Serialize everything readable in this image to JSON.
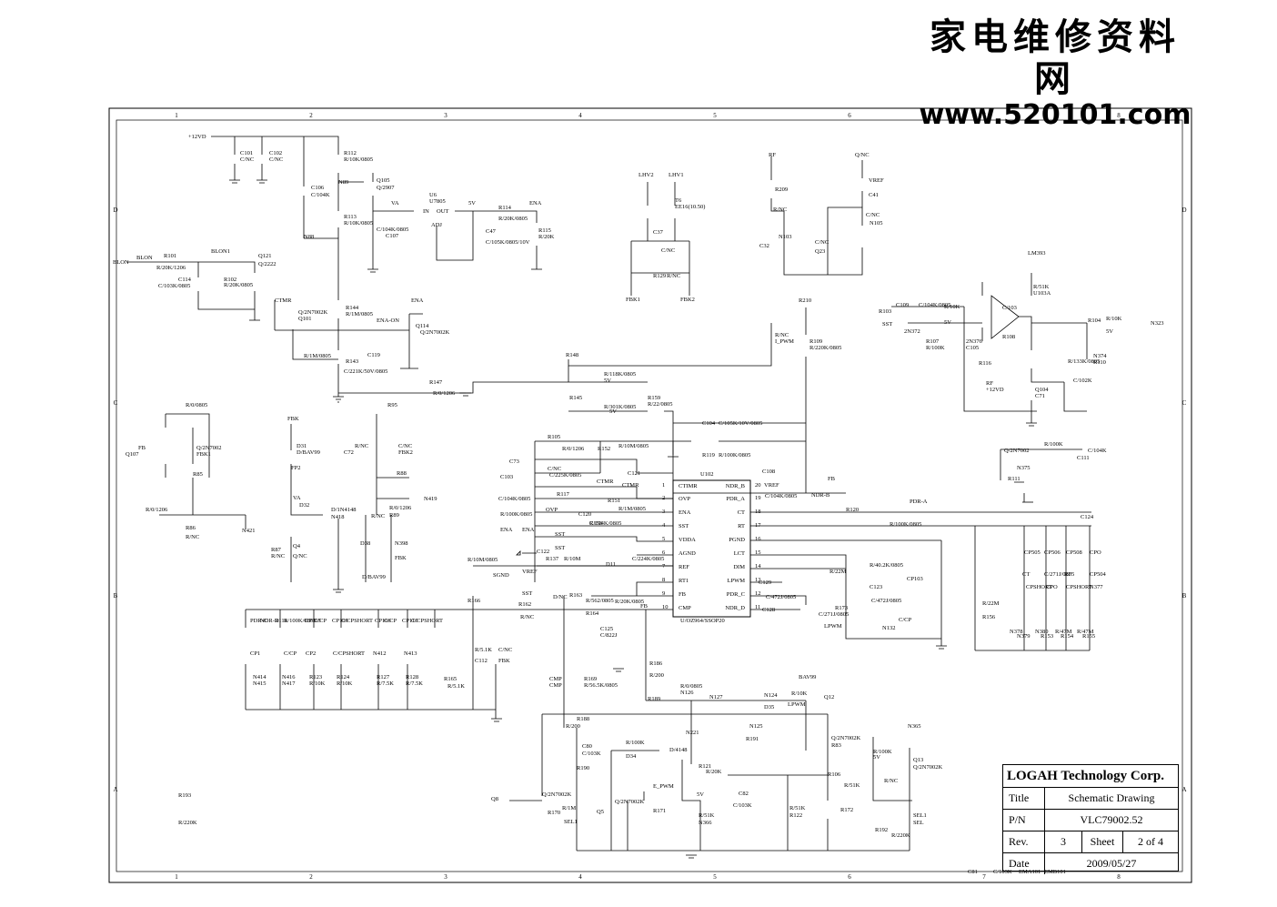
{
  "watermark": {
    "chinese": "家电维修资料网",
    "url": "www.520101.com"
  },
  "grid": {
    "columns": [
      "1",
      "2",
      "3",
      "4",
      "5",
      "6",
      "7",
      "8"
    ],
    "rows": [
      "D",
      "C",
      "B",
      "A"
    ]
  },
  "title_block": {
    "company": "LOGAH Technology Corp.",
    "title_label": "Title",
    "title_value": "Schematic Drawing",
    "pn_label": "P/N",
    "pn_value": "VLC79002.52",
    "rev_label": "Rev.",
    "rev_value": "3",
    "sheet_label": "Sheet",
    "sheet_value": "2 of 4",
    "date_label": "Date",
    "date_value": "2009/05/27"
  },
  "ic": {
    "name": "U102",
    "part": "U/OZ964/SSOP20",
    "left_pins": [
      {
        "n": "1",
        "name": "CTIMR"
      },
      {
        "n": "2",
        "name": "OVP"
      },
      {
        "n": "3",
        "name": "ENA"
      },
      {
        "n": "4",
        "name": "SST"
      },
      {
        "n": "5",
        "name": "VDDA"
      },
      {
        "n": "6",
        "name": "AGND"
      },
      {
        "n": "7",
        "name": "REF"
      },
      {
        "n": "8",
        "name": "RT1"
      },
      {
        "n": "9",
        "name": "FB"
      },
      {
        "n": "10",
        "name": "CMP"
      }
    ],
    "right_pins": [
      {
        "n": "20",
        "name": "NDR_B"
      },
      {
        "n": "19",
        "name": "PDR_A"
      },
      {
        "n": "18",
        "name": "CT"
      },
      {
        "n": "17",
        "name": "RT"
      },
      {
        "n": "16",
        "name": "PGND"
      },
      {
        "n": "15",
        "name": "LCT"
      },
      {
        "n": "14",
        "name": "DIM"
      },
      {
        "n": "13",
        "name": "LPWM"
      },
      {
        "n": "12",
        "name": "PDR_C"
      },
      {
        "n": "11",
        "name": "NDR_D"
      }
    ]
  },
  "labels": [
    "+12VD",
    "C101",
    "C/NC",
    "C102",
    "C/NC",
    "R112",
    "R/10K/0805",
    "N89",
    "Q105",
    "Q/2907",
    "C106",
    "C/104K",
    "U6",
    "U7805",
    "IN",
    "OUT",
    "ADJ",
    "VA",
    "5V",
    "R114",
    "R/20K/0805",
    "ENA",
    "R115",
    "R/20K",
    "C/104K/0805",
    "C107",
    "C47",
    "C/105K/0805/10V",
    "R113",
    "R/10K/0805",
    "N88",
    "BLON",
    "BLON",
    "R101",
    "R/20K/1206",
    "BLON1",
    "Q121",
    "Q/2222",
    "R102",
    "R/20K/0805",
    "C114",
    "C/103K/0805",
    "CTMR",
    "Q/2N7002K",
    "Q101",
    "R144",
    "R/1M/0805",
    "ENA",
    "ENA-ON",
    "Q114",
    "Q/2N7002K",
    "R/1M/0805",
    "R143",
    "C119",
    "C/221K/50V/0805",
    "R147",
    "R/0/1206",
    "LHV2",
    "LHV1",
    "T6",
    "EE16(10.50)",
    "C37",
    "C/NC",
    "R129",
    "R/NC",
    "FBK1",
    "FBK2",
    "RF",
    "R209",
    "R/NC",
    "N103",
    "C32",
    "C/NC",
    "Q23",
    "Q/NC",
    "VREF",
    "C41",
    "C/NC",
    "N105",
    "R210",
    "R/NC",
    "I_PWM",
    "R109",
    "R/220K/0805",
    "R148",
    "R/118K/0805",
    "5V",
    "R145",
    "R/301K/0805",
    "5V",
    "R159",
    "R/22/0805",
    "C104",
    "C/105K/10V/0805",
    "R119",
    "R/100K/0805",
    "C109",
    "C/104K/0805",
    "R103",
    "R/10K",
    "SST",
    "2N372",
    "5V",
    "R107",
    "R/100K",
    "2N376",
    "C105",
    "C/103",
    "R108",
    "R/51K",
    "U103A",
    "LM393",
    "R104",
    "R/10K",
    "5V",
    "N323",
    "R116",
    "R/133K/0805",
    "RF",
    "+12VD",
    "Q104",
    "C71",
    "C/102K",
    "N374",
    "R110",
    "R/100K",
    "Q/2N7002",
    "C111",
    "C/104K",
    "R111",
    "N375",
    "R/0/0805",
    "FB",
    "Q107",
    "Q/2N7002",
    "FBK1",
    "R85",
    "R/0/1206",
    "R86",
    "R/NC",
    "N421",
    "FBK",
    "D31",
    "D/BAV99",
    "FP2",
    "VA",
    "D32",
    "D/1N4148",
    "N418",
    "R87",
    "R/NC",
    "Q4",
    "Q/NC",
    "R95",
    "R/NC",
    "C72",
    "C/NC",
    "FBK2",
    "R88",
    "R/0/1206",
    "R89",
    "R/NC",
    "N419",
    "D38",
    "D/BAV99",
    "N398",
    "FBK",
    "R105",
    "R/0/1206",
    "C73",
    "C/NC",
    "R152",
    "R/10M/0805",
    "C103",
    "C/225K/0805",
    "CTMR",
    "CTMR",
    "C121",
    "C/104K/0805",
    "R117",
    "R/100K/0805",
    "OVP",
    "R151",
    "R/1M/0805",
    "C120",
    "C/104K/0805",
    "ENA",
    "ENA",
    "SST",
    "SST",
    "C122",
    "C/224K/0805",
    "R158",
    "R/10M/0805",
    "SGND",
    "VREF",
    "SST",
    "R137",
    "R/10M",
    "D11",
    "D/NC",
    "C108",
    "C/104K/0805",
    "VREF",
    "FB",
    "NDR-B",
    "PDR-A",
    "R120",
    "R/100K/0805",
    "C124",
    "CT",
    "C/271J/0805",
    "RF",
    "CP504",
    "CP505",
    "CP506",
    "CP508",
    "CPO",
    "CPSHORT",
    "CPO",
    "CPSHORT",
    "N377",
    "N378",
    "N379",
    "N380",
    "R153",
    "R/47M",
    "R154",
    "R/47M",
    "R155",
    "R/22M",
    "R156",
    "R/22M",
    "R173",
    "R/40.2K/0805",
    "C123",
    "C/472J/0805",
    "CP103",
    "C/CP",
    "N132",
    "C129",
    "C/472J/0805",
    "C128",
    "C/271J/0805",
    "LPWM",
    "PDR-C",
    "NDR-D",
    "R118",
    "R/100K/0805",
    "CP105",
    "C/CP",
    "CP109",
    "C/CPSHORT",
    "CP106",
    "C/CP",
    "CP110",
    "C/CPSHORT",
    "CP1",
    "C/CP",
    "CP2",
    "C/CPSHORT",
    "N412",
    "N413",
    "N414",
    "N415",
    "N416",
    "N417",
    "R123",
    "R/10K",
    "R124",
    "R/10K",
    "R127",
    "R/7.5K",
    "R128",
    "R/7.5K",
    "R165",
    "R/5.1K",
    "R166",
    "R/5.1K",
    "C112",
    "C/NC",
    "FBK",
    "R162",
    "R/NC",
    "R163",
    "R/562/0805",
    "R164",
    "R/20K/0805",
    "FB",
    "C125",
    "C/822J",
    "CMP",
    "CMP",
    "R169",
    "R/56.5K/0805",
    "R186",
    "R/200",
    "R188",
    "R/200",
    "R189",
    "R/0/0805",
    "N126",
    "N127",
    "N124",
    "D35",
    "BAV99",
    "N125",
    "R191",
    "R/10K",
    "LPWM",
    "C80",
    "C/103K",
    "R190",
    "R/100K",
    "D34",
    "D/4148",
    "N221",
    "R121",
    "R/20K",
    "5V",
    "E_PWM",
    "R171",
    "R/51K",
    "N366",
    "Q8",
    "Q/2N7002K",
    "R170",
    "R/1M",
    "SEL1",
    "Q5",
    "Q/2N7002K",
    "C82",
    "C/103K",
    "R/51K",
    "R122",
    "Q12",
    "Q/2N7002K",
    "R83",
    "R/100K",
    "5V",
    "R106",
    "R/51K",
    "R172",
    "R/NC",
    "N365",
    "Q13",
    "Q/2N7002K",
    "SEL1",
    "SEL",
    "R192",
    "R/220K",
    "R193",
    "R/220K",
    "C81",
    "C/103K",
    "EMA101",
    "EMB101"
  ]
}
